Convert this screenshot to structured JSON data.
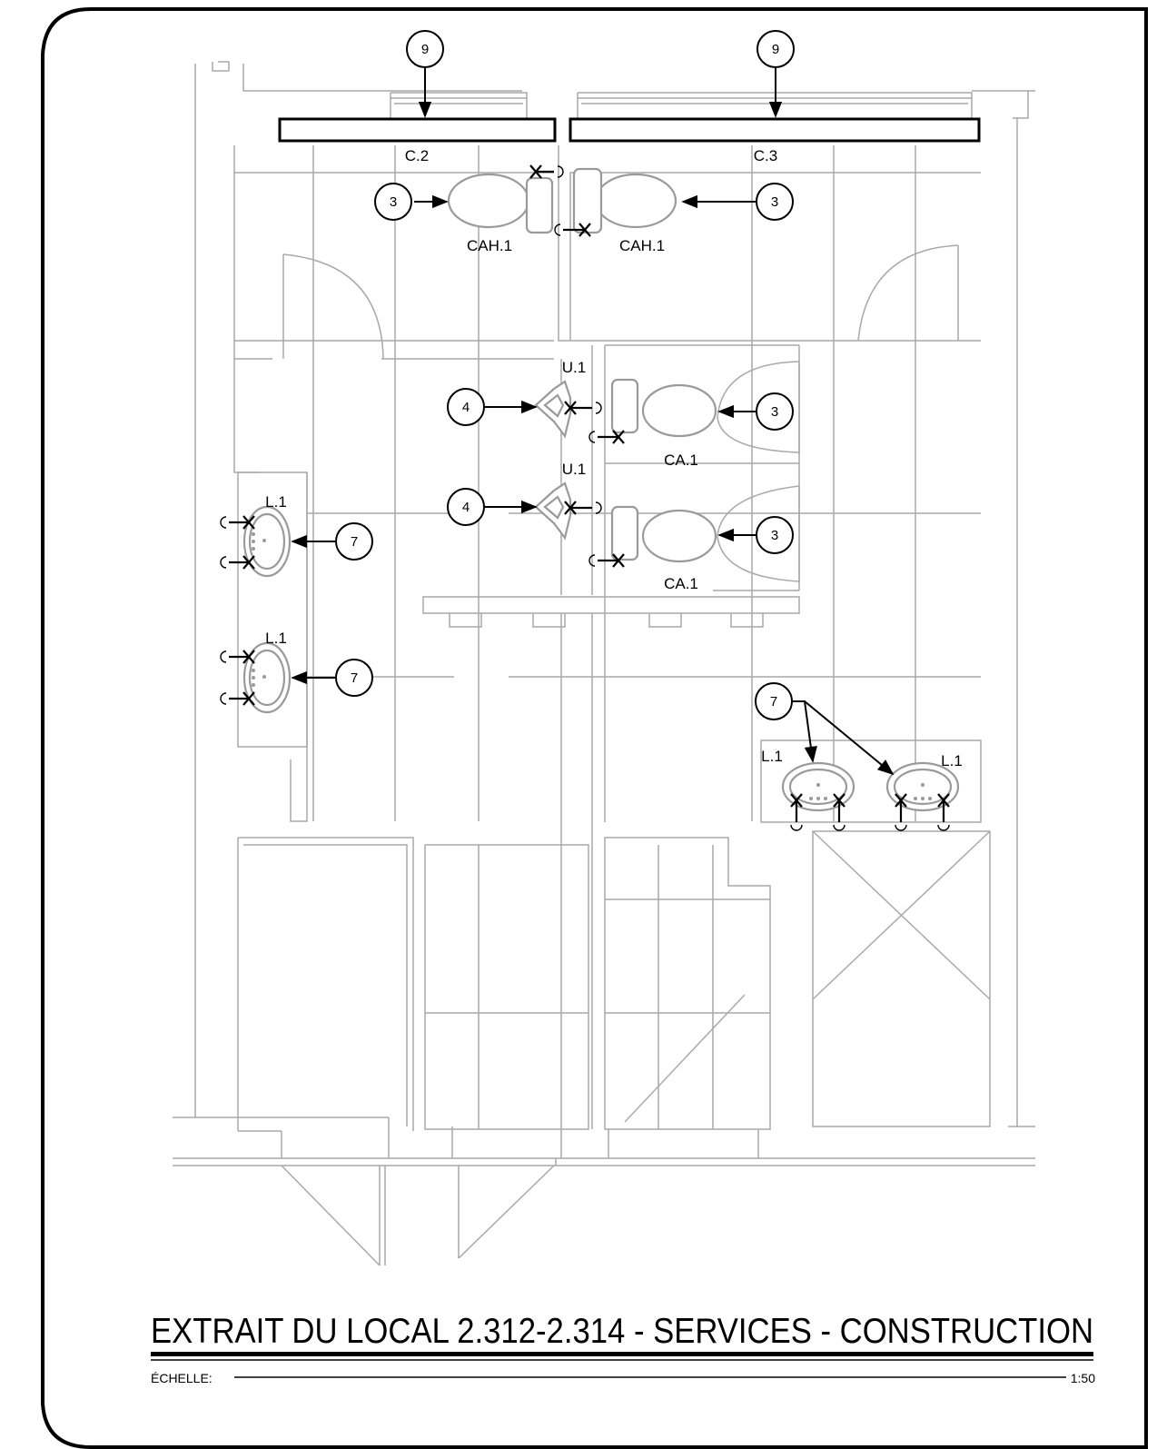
{
  "drawing": {
    "title": "EXTRAIT DU LOCAL 2.312-2.314 - SERVICES - CONSTRUCTION",
    "scale_label": "ÉCHELLE:",
    "scale_value": "1:50"
  },
  "fixture_labels": {
    "c2": "C.2",
    "c3": "C.3",
    "cah1_left": "CAH.1",
    "cah1_right": "CAH.1",
    "u1_top": "U.1",
    "u1_bottom": "U.1",
    "ca1_top": "CA.1",
    "ca1_bottom": "CA.1",
    "l1_left_top": "L.1",
    "l1_left_bottom": "L.1",
    "l1_right_a": "L.1",
    "l1_right_b": "L.1"
  },
  "callouts": {
    "c9_left": "9",
    "c9_right": "9",
    "c3_cah_left": "3",
    "c3_cah_right": "3",
    "c4_top": "4",
    "c4_bottom": "4",
    "c3_ca_top": "3",
    "c3_ca_bottom": "3",
    "c7_left_top": "7",
    "c7_left_bottom": "7",
    "c7_right": "7"
  },
  "colors": {
    "ink": "#000000",
    "existing_walls": "#a9a9a9"
  }
}
